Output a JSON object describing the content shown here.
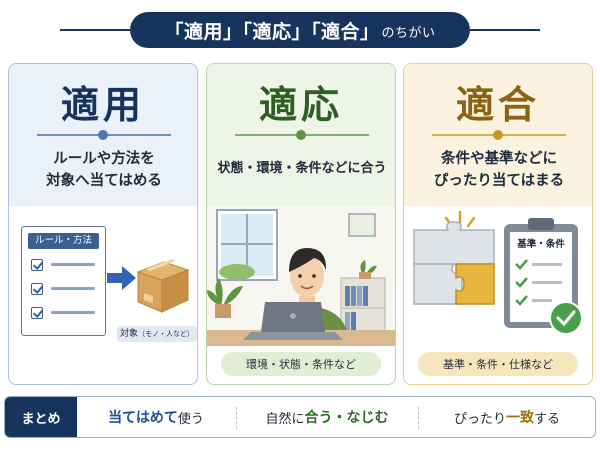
{
  "header": {
    "title": "「適用」「適応」「適合」",
    "title_suffix": "のちがい"
  },
  "cards": [
    {
      "title": "適用",
      "desc_line1": "ルールや方法を",
      "desc_line2": "対象へ当てはめる",
      "checklist_label": "ルール・方法",
      "object_label": "対象",
      "object_note": "（モノ・人など）"
    },
    {
      "title": "適応",
      "desc_line1": "状態・環境・条件などに合う",
      "label": "環境・状態・条件など"
    },
    {
      "title": "適合",
      "desc_line1": "条件や基準などに",
      "desc_line2": "ぴったり当てはまる",
      "clipboard_label": "基準・条件",
      "label": "基準・条件・仕様など"
    }
  ],
  "summary": {
    "tag": "まとめ",
    "item1_em": "当てはめて",
    "item1_rest": "使う",
    "item2_pre": "自然に",
    "item2_em": "合う・なじむ",
    "item3_pre": "ぴったり",
    "item3_em": "一致",
    "item3_rest": "する"
  },
  "colors": {
    "navy": "#17345e",
    "blue_accent": "#2f64b6",
    "green_accent": "#2f5f22",
    "gold_accent": "#8a6413",
    "check_green": "#4aa04a"
  },
  "icons": [
    "checklist-icon",
    "arrow-right-icon",
    "cardboard-box-icon",
    "person-laptop-icon",
    "window-icon",
    "plant-icon",
    "puzzle-icon",
    "clipboard-icon",
    "checkmark-badge-icon"
  ]
}
